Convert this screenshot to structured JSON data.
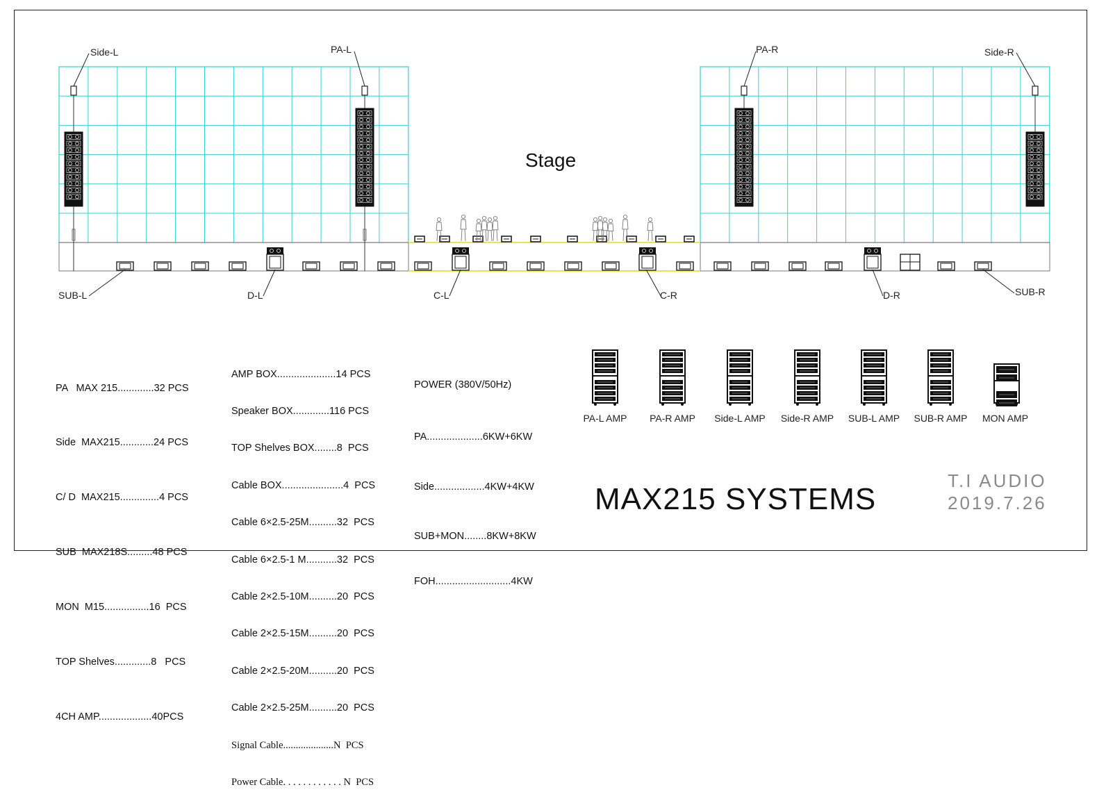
{
  "diagram": {
    "stage_label": "Stage",
    "speaker_labels": {
      "side_l": "Side-L",
      "pa_l": "PA-L",
      "pa_r": "PA-R",
      "side_r": "Side-R",
      "sub_l": "SUB-L",
      "d_l": "D-L",
      "c_l": "C-L",
      "c_r": "C-R",
      "d_r": "D-R",
      "sub_r": "SUB-R"
    },
    "colors": {
      "grid": "#33d1d1",
      "stage_edge": "#e6e64d",
      "line": "#222222"
    }
  },
  "equipment_list": [
    "PA   MAX 215.............32 PCS",
    "Side  MAX215............24 PCS",
    "C/ D  MAX215..............4 PCS",
    "SUB  MAX218S.........48 PCS",
    "MON  M15................16  PCS",
    "TOP Shelves.............8   PCS",
    "4CH AMP...................40PCS"
  ],
  "cable_list": [
    "AMP BOX.....................14 PCS",
    "Speaker BOX.............116 PCS",
    "TOP Shelves BOX........8  PCS",
    "Cable BOX......................4  PCS",
    "Cable 6×2.5-25M..........32  PCS",
    "Cable 6×2.5-1 M...........32  PCS",
    "Cable 2×2.5-10M..........20  PCS",
    "Cable 2×2.5-15M..........20  PCS",
    "Cable 2×2.5-20M..........20  PCS",
    "Cable 2×2.5-25M..........20  PCS"
  ],
  "cable_list_serif": [
    "Signal Cable....................N  PCS",
    "Power Cable. . . . . . . . . . . . N  PCS"
  ],
  "power": {
    "title": "POWER (380V/50Hz)",
    "items": [
      "PA....................6KW+6KW",
      "Side..................4KW+4KW",
      "SUB+MON........8KW+8KW",
      "FOH...........................4KW"
    ]
  },
  "amps": [
    "PA-L AMP",
    "PA-R AMP",
    "Side-L AMP",
    "Side-R AMP",
    "SUB-L AMP",
    "SUB-R AMP",
    "MON AMP"
  ],
  "system_title": "MAX215 SYSTEMS",
  "brand": "T.I AUDIO",
  "date": "2019.7.26"
}
